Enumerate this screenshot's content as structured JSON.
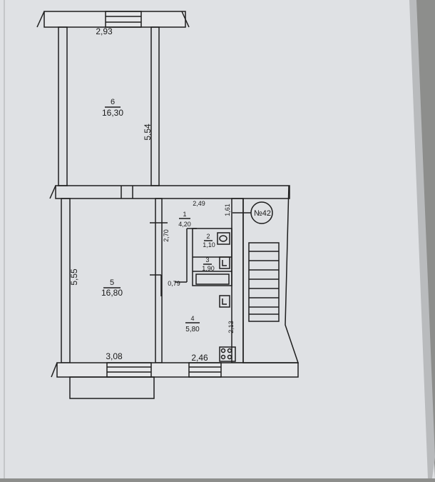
{
  "rooms": [
    {
      "number": "6",
      "area": "16,30"
    },
    {
      "number": "5",
      "area": "16,80"
    },
    {
      "number": "1",
      "area": "4,20"
    },
    {
      "number": "2",
      "area": "1,10"
    },
    {
      "number": "3",
      "area": "1,90"
    },
    {
      "number": "4",
      "area": "5,80"
    }
  ],
  "dimensions": {
    "room6_width": "2,93",
    "room6_length": "5,54",
    "room5_length": "5,55",
    "room5_width": "3,08",
    "room1_width": "2,49",
    "room1_depth": "2,70",
    "room1_side": "1,61",
    "wc_width": "0,79",
    "room4_width": "2,46",
    "room4_length": "2,13"
  },
  "apartment_number": "№42",
  "colors": {
    "paper": "#dfe1e4",
    "background": "#8d8e8c",
    "line": "#1e1e1e"
  }
}
